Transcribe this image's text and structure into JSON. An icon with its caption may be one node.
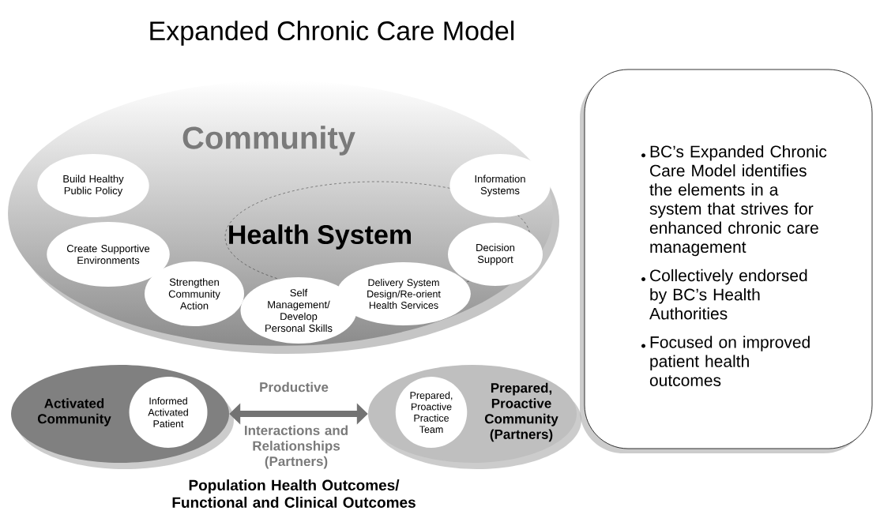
{
  "diagram": {
    "title": "Expanded Chronic Care Model",
    "nodes": [
      {
        "text": [
          "Community"
        ]
      },
      {
        "text": [
          "Health System"
        ],
        "in": 0
      },
      {
        "text": [
          "Build Healthy Public Policy"
        ],
        "in": 0
      },
      {
        "text": [
          "Create Supportive Environments"
        ],
        "in": 0
      },
      {
        "text": [
          "Strengthen Community Action"
        ],
        "in": 0
      },
      {
        "text": [
          "Self Management/ Develop Personal Skills"
        ],
        "in": 0
      },
      {
        "text": [
          "Delivery System Design/Re-orient Health Services"
        ],
        "in": 0
      },
      {
        "text": [
          "Information Systems"
        ],
        "in": 0
      },
      {
        "text": [
          "Decision Support"
        ],
        "in": 0
      },
      {
        "text": [
          "Activated Community"
        ]
      },
      {
        "text": [
          "Informed Activated Patient"
        ],
        "in": 9
      },
      {
        "text": [
          "Prepared, Proactive Community (Partners)"
        ]
      },
      {
        "text": [
          "Prepared, Proactive Practice Team"
        ],
        "in": 11
      },
      {
        "text": [
          "BC’s Expanded Chronic Care Model identifies the elements in a system that strives for enhanced chronic care management",
          "Collectively endorsed by BC’s Health Authorities",
          "Focused on improved patient health outcomes"
        ]
      }
    ],
    "edges": [
      {
        "from": 9,
        "to": 11,
        "arrow": "both"
      }
    ],
    "labels": [
      "Productive",
      "Interactions and Relationships (Partners)",
      "Population Health Outcomes/ Functional and Clinical Outcomes"
    ]
  }
}
